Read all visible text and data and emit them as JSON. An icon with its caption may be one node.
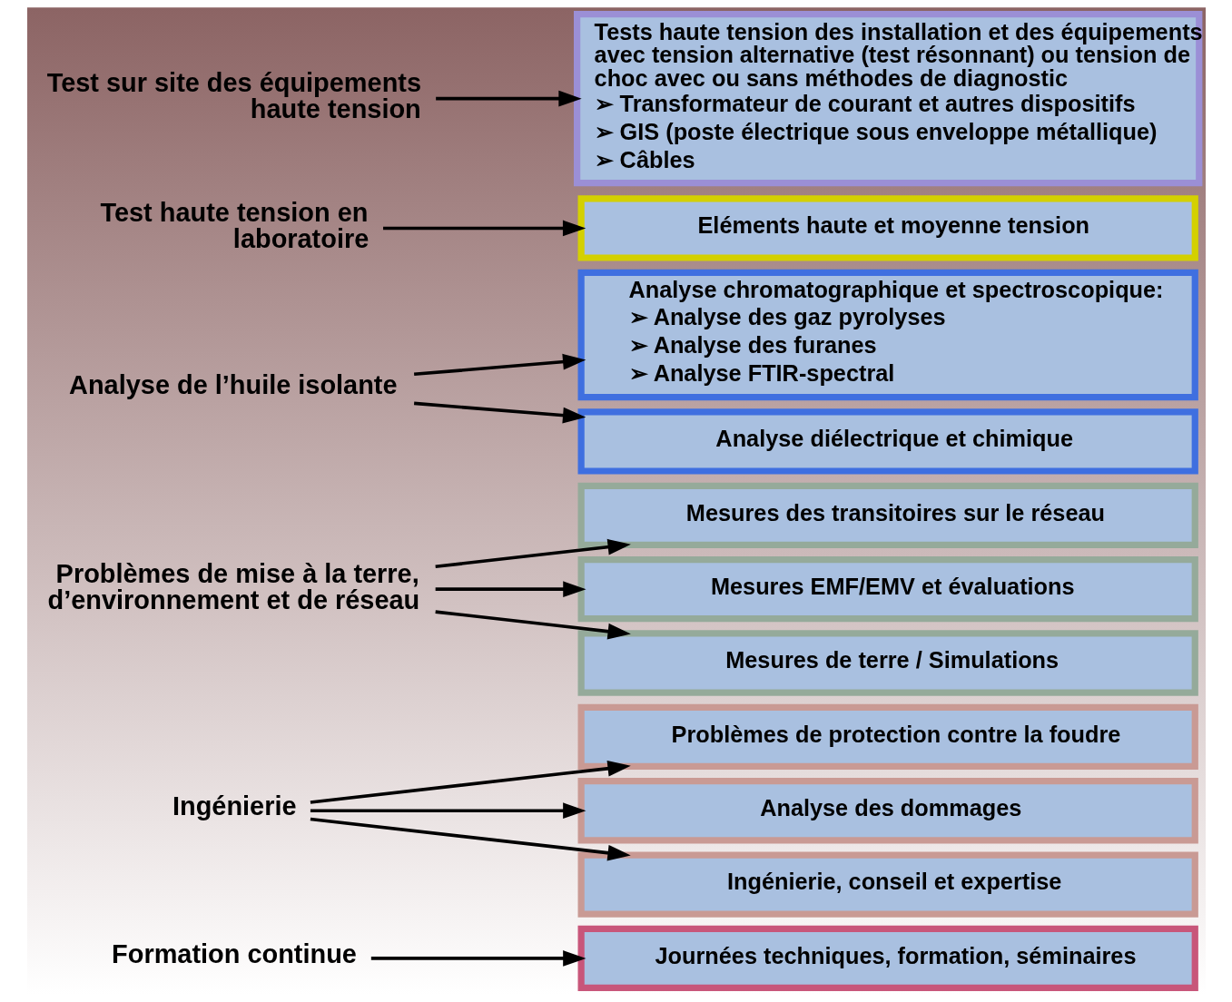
{
  "diagram": {
    "nodes": [
      {
        "text": [
          "Test sur site des équipements haute tension"
        ]
      },
      {
        "text": [
          "Tests haute tension des installation et des équipements avec tension alternative (test résonnant) ou tension de choc avec ou sans méthodes de diagnostic",
          "➢ Transformateur de courant et autres dispositifs",
          "➢ GIS (poste électrique sous enveloppe métallique)",
          "➢ Câbles"
        ]
      },
      {
        "text": [
          "Test haute tension en laboratoire"
        ]
      },
      {
        "text": [
          "Eléments haute et moyenne tension"
        ]
      },
      {
        "text": [
          "Analyse de l’huile isolante"
        ]
      },
      {
        "text": [
          "Analyse diélectrique et chimique"
        ]
      },
      {
        "text": [
          "Analyse chromatographique et spectroscopique:",
          "➢ Analyse des gaz pyrolyses",
          "➢ Analyse des furanes",
          "➢ Analyse FTIR-spectral"
        ]
      },
      {
        "text": [
          "Problèmes de mise à la terre, d’environnement et de réseau"
        ]
      },
      {
        "text": [
          "Mesures de terre / Simulations"
        ]
      },
      {
        "text": [
          "Mesures EMF/EMV et évaluations"
        ]
      },
      {
        "text": [
          "Mesures des transitoires sur le réseau"
        ]
      },
      {
        "text": [
          "Ingénierie"
        ]
      },
      {
        "text": [
          "Ingénierie, conseil et expertise"
        ]
      },
      {
        "text": [
          "Analyse des dommages"
        ]
      },
      {
        "text": [
          "Problèmes de protection contre la foudre"
        ]
      },
      {
        "text": [
          "Formation continue"
        ]
      },
      {
        "text": [
          "Journées techniques, formation, séminaires"
        ]
      }
    ],
    "edges": [
      {
        "from": 0,
        "to": 1,
        "arrow": "to"
      },
      {
        "from": 2,
        "to": 3,
        "arrow": "to"
      },
      {
        "from": 4,
        "to": 5,
        "arrow": "to"
      },
      {
        "from": 4,
        "to": 6,
        "arrow": "to"
      },
      {
        "from": 7,
        "to": 8,
        "arrow": "to"
      },
      {
        "from": 7,
        "to": 9,
        "arrow": "to"
      },
      {
        "from": 7,
        "to": 10,
        "arrow": "to"
      },
      {
        "from": 11,
        "to": 12,
        "arrow": "to"
      },
      {
        "from": 11,
        "to": 13,
        "arrow": "to"
      },
      {
        "from": 11,
        "to": 14,
        "arrow": "to"
      },
      {
        "from": 15,
        "to": 16,
        "arrow": "to"
      }
    ]
  }
}
